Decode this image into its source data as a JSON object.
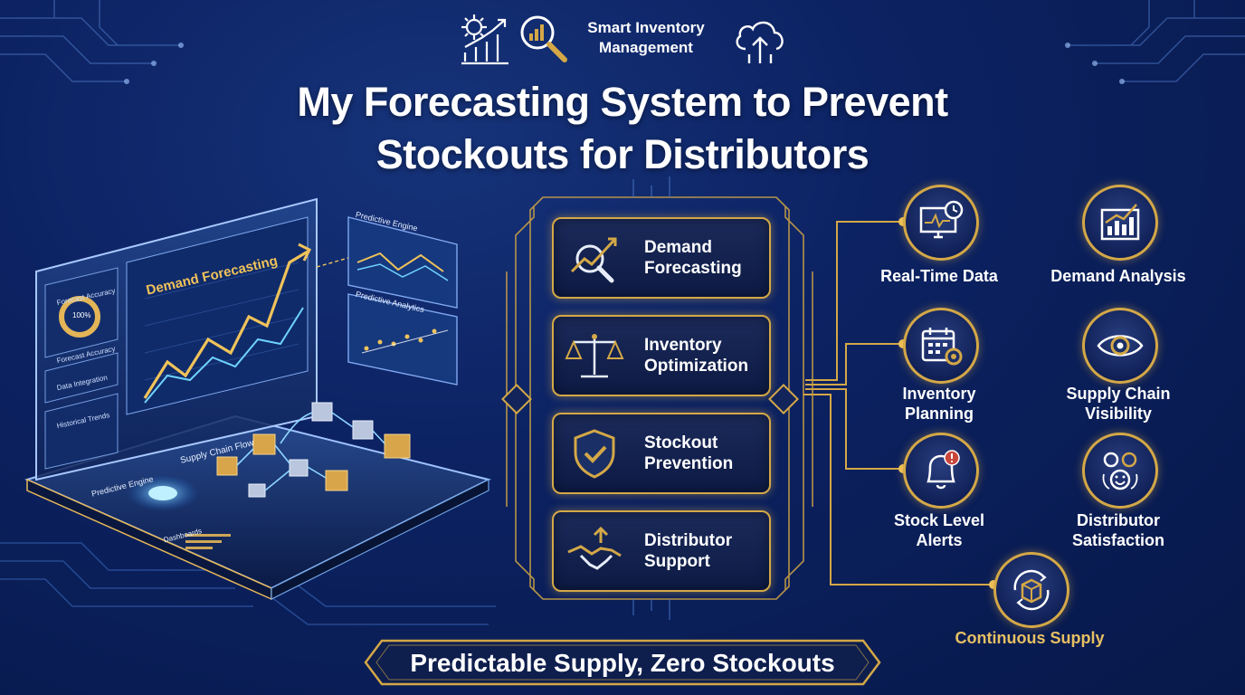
{
  "header": {
    "label_line1": "Smart Inventory",
    "label_line2": "Management",
    "icons": [
      "gear-chart-icon",
      "magnifier-chart-icon",
      "cloud-upload-icon"
    ]
  },
  "title": {
    "line1": "My Forecasting System to Prevent",
    "line2": "Stockouts for Distributors"
  },
  "illustration": {
    "main_chart_title": "Demand Forecasting",
    "panel_forecast_accuracy": "Forecast Accuracy",
    "gauge_value": "100%",
    "panel_forecast_accuracy_2": "Forecast Accuracy",
    "panel_data_integration": "Data Integration",
    "panel_historical_trends": "Historical Trends",
    "panel_predictive_engine_top": "Predictive Engine",
    "panel_predictive_analytics": "Predictive Analytics",
    "panel_supply_chain_flow": "Supply Chain Flow",
    "panel_predictive_engine_base": "Predictive Engine",
    "panel_dashboards": "Dashboards"
  },
  "core": [
    {
      "line1": "Demand",
      "line2": "Forecasting",
      "icon": "chart-magnifier-icon"
    },
    {
      "line1": "Inventory",
      "line2": "Optimization",
      "icon": "balance-scale-icon"
    },
    {
      "line1": "Stockout",
      "line2": "Prevention",
      "icon": "shield-check-icon"
    },
    {
      "line1": "Distributor",
      "line2": "Support",
      "icon": "handshake-icon"
    }
  ],
  "features": [
    {
      "line1": "Real-Time Data",
      "line2": "",
      "icon": "monitor-clock-icon"
    },
    {
      "line1": "Demand Analysis",
      "line2": "",
      "icon": "report-chart-icon"
    },
    {
      "line1": "Inventory",
      "line2": "Planning",
      "icon": "calendar-gear-icon"
    },
    {
      "line1": "Supply Chain",
      "line2": "Visibility",
      "icon": "eye-icon"
    },
    {
      "line1": "Stock Level",
      "line2": "Alerts",
      "icon": "bell-alert-icon"
    },
    {
      "line1": "Distributor",
      "line2": "Satisfaction",
      "icon": "gears-smile-icon"
    },
    {
      "line1": "Continuous Supply",
      "line2": "",
      "icon": "box-cycle-icon"
    }
  ],
  "footer": {
    "banner": "Predictable Supply, Zero Stockouts"
  },
  "colors": {
    "background": "#0c2262",
    "gold": "#d4a847",
    "gold_text": "#e7c063",
    "text": "#ffffff",
    "cyan": "#6fd3ff"
  }
}
